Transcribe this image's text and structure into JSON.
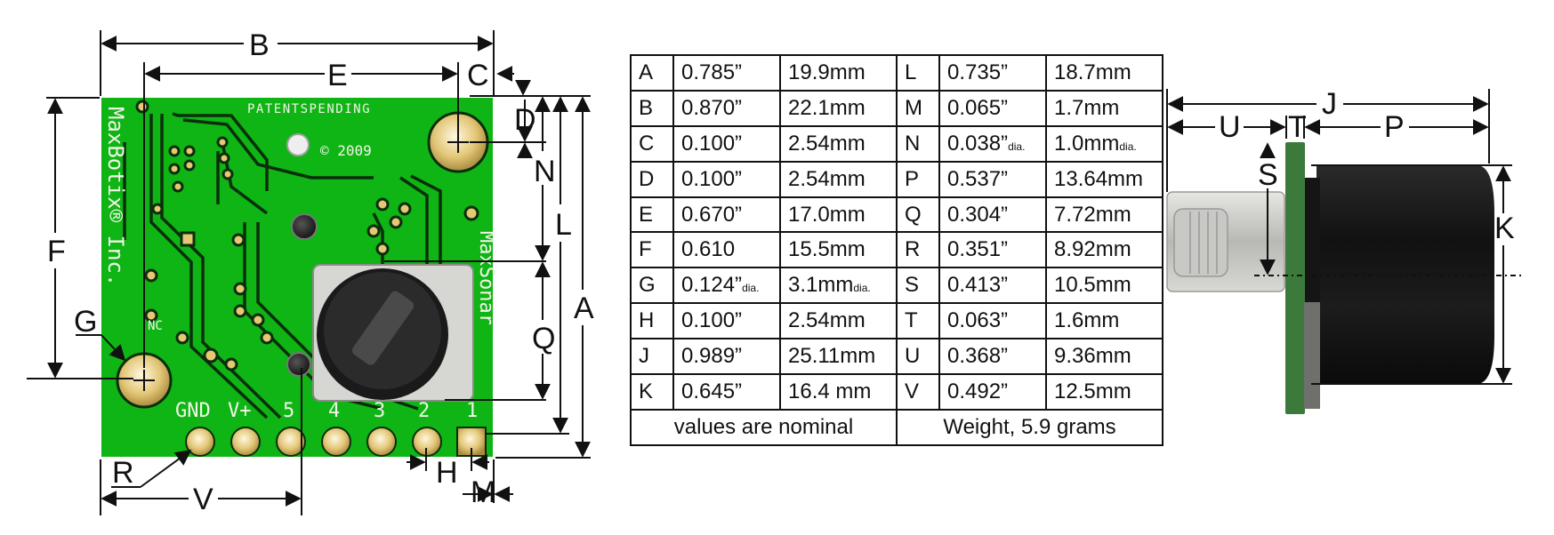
{
  "board": {
    "silkscreen": {
      "patents": "PATENTSPENDING",
      "copyright": "© 2009",
      "brand": "MaxBotix® Inc.",
      "model": "MaxSonar",
      "nc": "NC",
      "pin_labels": [
        "GND",
        "V+",
        "5",
        "4",
        "3",
        "2",
        "1"
      ]
    },
    "dimension_letters": [
      "A",
      "B",
      "C",
      "D",
      "E",
      "F",
      "G",
      "H",
      "L",
      "M",
      "N",
      "Q",
      "R",
      "V"
    ]
  },
  "side_view": {
    "dimension_letters": [
      "J",
      "U",
      "T",
      "P",
      "S",
      "K"
    ]
  },
  "table": {
    "rows": [
      {
        "l1": "A",
        "in1": "0.785”",
        "mm1": "19.9mm",
        "l2": "L",
        "in2": "0.735”",
        "mm2": "18.7mm"
      },
      {
        "l1": "B",
        "in1": "0.870”",
        "mm1": "22.1mm",
        "l2": "M",
        "in2": "0.065”",
        "mm2": "1.7mm"
      },
      {
        "l1": "C",
        "in1": "0.100”",
        "mm1": "2.54mm",
        "l2": "N",
        "in2": "0.038”",
        "in2_sfx": "dia.",
        "mm2": "1.0mm",
        "mm2_sfx": "dia."
      },
      {
        "l1": "D",
        "in1": "0.100”",
        "mm1": "2.54mm",
        "l2": "P",
        "in2": "0.537”",
        "mm2": "13.64mm"
      },
      {
        "l1": "E",
        "in1": "0.670”",
        "mm1": "17.0mm",
        "l2": "Q",
        "in2": "0.304”",
        "mm2": "7.72mm"
      },
      {
        "l1": "F",
        "in1": "0.610",
        "mm1": "15.5mm",
        "l2": "R",
        "in2": "0.351”",
        "mm2": "8.92mm"
      },
      {
        "l1": "G",
        "in1": "0.124”",
        "in1_sfx": "dia.",
        "mm1": "3.1mm",
        "mm1_sfx": "dia.",
        "l2": "S",
        "in2": "0.413”",
        "mm2": "10.5mm"
      },
      {
        "l1": "H",
        "in1": "0.100”",
        "mm1": "2.54mm",
        "l2": "T",
        "in2": "0.063”",
        "mm2": "1.6mm"
      },
      {
        "l1": "J",
        "in1": "0.989”",
        "mm1": "25.11mm",
        "l2": "U",
        "in2": "0.368”",
        "mm2": "9.36mm"
      },
      {
        "l1": "K",
        "in1": "0.645”",
        "mm1": "16.4 mm",
        "l2": "V",
        "in2": "0.492”",
        "mm2": "12.5mm"
      }
    ],
    "footer_left": "values are nominal",
    "footer_right": "Weight, 5.9 grams"
  },
  "colors": {
    "pcb_green": "#0fb514",
    "trace_dark": "#0a2e0c",
    "gold": "#e0c470",
    "transducer_black": "#151515",
    "metal": "#c8c8c4"
  }
}
